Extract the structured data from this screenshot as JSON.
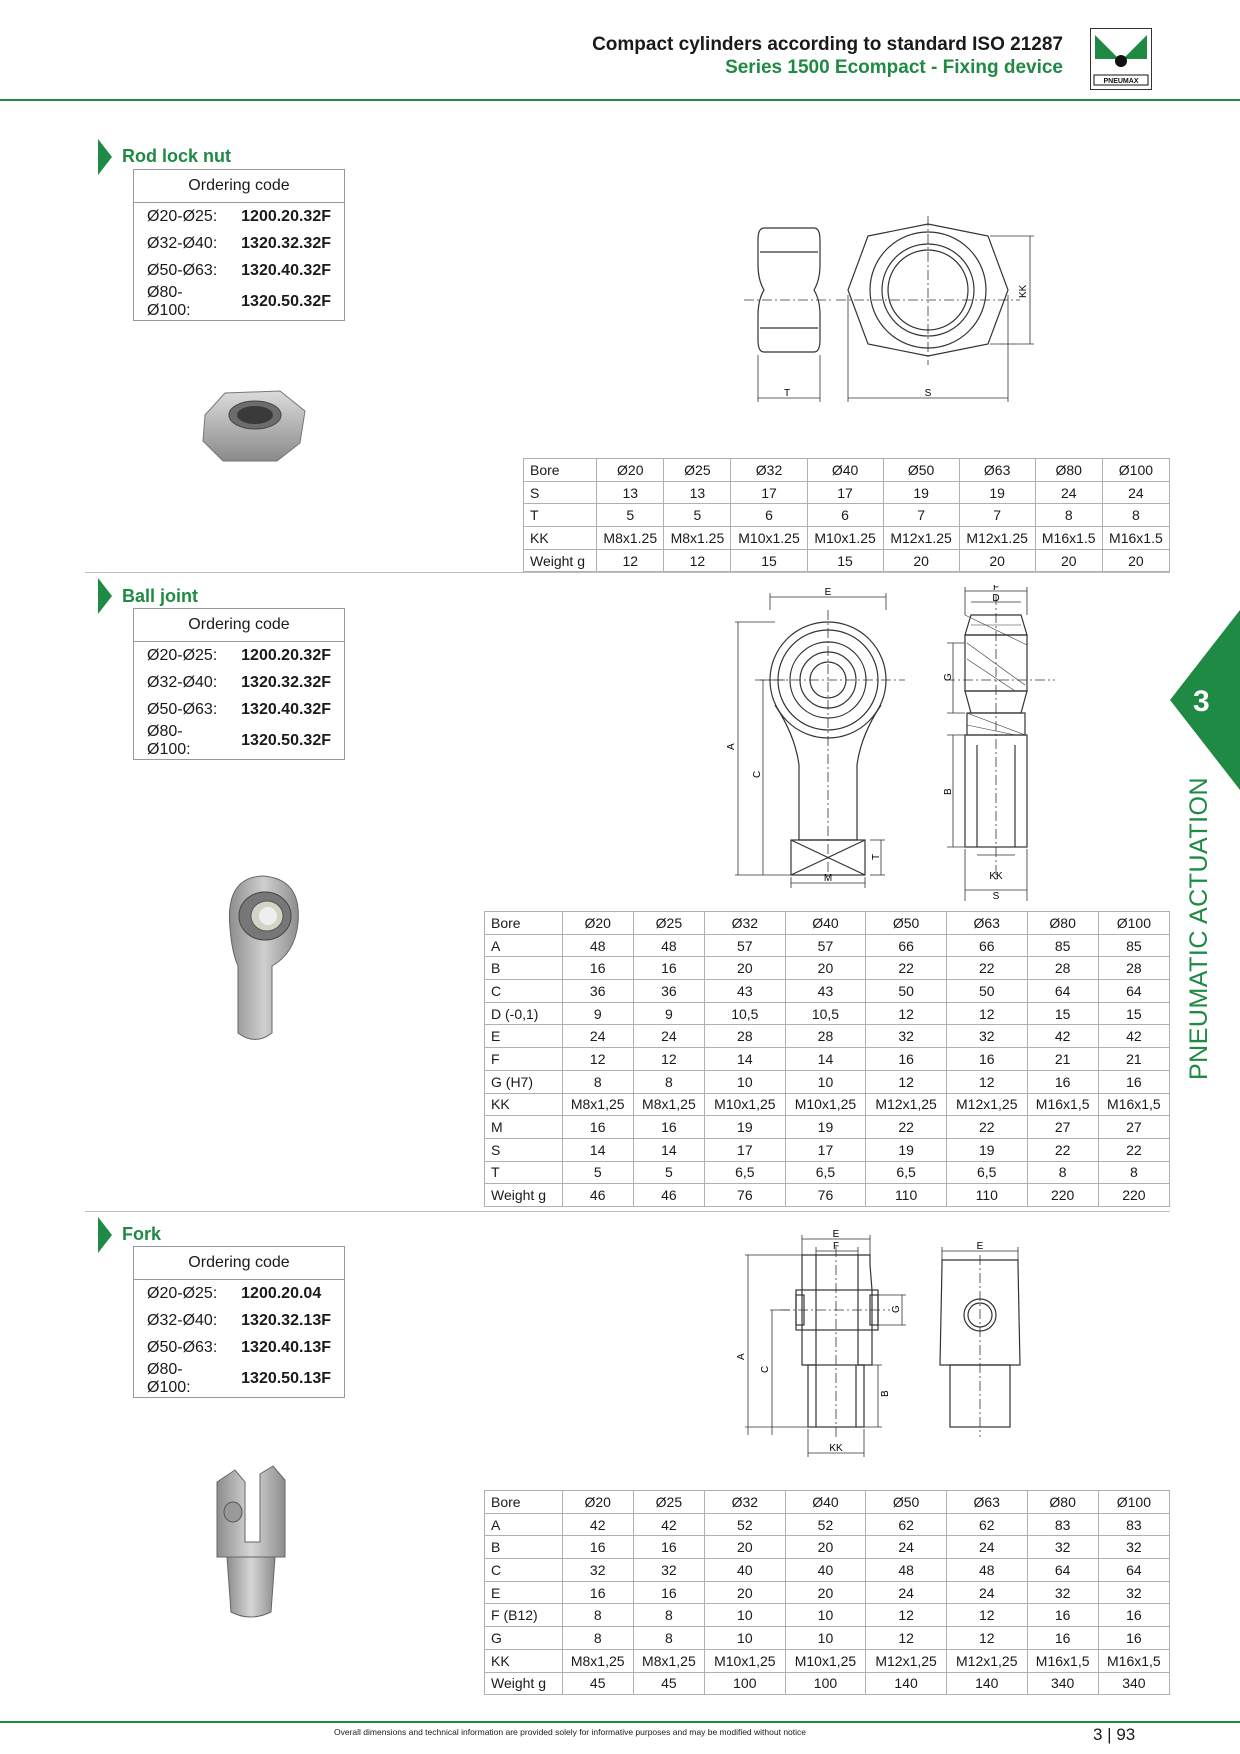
{
  "header": {
    "title": "Compact cylinders according to standard ISO 21287",
    "subtitle": "Series 1500 Ecompact - Fixing device",
    "logo_text": "PNEUMAX"
  },
  "side_tab": {
    "number": "3",
    "label": "PNEUMATIC ACTUATION"
  },
  "sections": {
    "rod_lock_nut": {
      "title": "Rod lock nut",
      "ordering_header": "Ordering code",
      "codes": [
        {
          "range": "Ø20-Ø25:",
          "code": "1200.20.32F"
        },
        {
          "range": "Ø32-Ø40:",
          "code": "1320.32.32F"
        },
        {
          "range": "Ø50-Ø63:",
          "code": "1320.40.32F"
        },
        {
          "range": "Ø80-Ø100:",
          "code": "1320.50.32F"
        }
      ],
      "drawing_labels": {
        "t": "T",
        "s": "S",
        "kk": "KK"
      },
      "table": [
        [
          "Bore",
          "Ø20",
          "Ø25",
          "Ø32",
          "Ø40",
          "Ø50",
          "Ø63",
          "Ø80",
          "Ø100"
        ],
        [
          "S",
          "13",
          "13",
          "17",
          "17",
          "19",
          "19",
          "24",
          "24"
        ],
        [
          "T",
          "5",
          "5",
          "6",
          "6",
          "7",
          "7",
          "8",
          "8"
        ],
        [
          "KK",
          "M8x1.25",
          "M8x1.25",
          "M10x1.25",
          "M10x1.25",
          "M12x1.25",
          "M12x1.25",
          "M16x1.5",
          "M16x1.5"
        ],
        [
          "Weight g",
          "12",
          "12",
          "15",
          "15",
          "20",
          "20",
          "20",
          "20"
        ]
      ]
    },
    "ball_joint": {
      "title": "Ball joint",
      "ordering_header": "Ordering code",
      "codes": [
        {
          "range": "Ø20-Ø25:",
          "code": "1200.20.32F"
        },
        {
          "range": "Ø32-Ø40:",
          "code": "1320.32.32F"
        },
        {
          "range": "Ø50-Ø63:",
          "code": "1320.40.32F"
        },
        {
          "range": "Ø80-Ø100:",
          "code": "1320.50.32F"
        }
      ],
      "drawing_labels": {
        "e": "E",
        "a": "A",
        "c": "C",
        "t": "T",
        "m": "M",
        "f": "F",
        "d": "D",
        "g": "G",
        "b": "B",
        "kk": "KK",
        "s": "S"
      },
      "table": [
        [
          "Bore",
          "Ø20",
          "Ø25",
          "Ø32",
          "Ø40",
          "Ø50",
          "Ø63",
          "Ø80",
          "Ø100"
        ],
        [
          "A",
          "48",
          "48",
          "57",
          "57",
          "66",
          "66",
          "85",
          "85"
        ],
        [
          "B",
          "16",
          "16",
          "20",
          "20",
          "22",
          "22",
          "28",
          "28"
        ],
        [
          "C",
          "36",
          "36",
          "43",
          "43",
          "50",
          "50",
          "64",
          "64"
        ],
        [
          "D (-0,1)",
          "9",
          "9",
          "10,5",
          "10,5",
          "12",
          "12",
          "15",
          "15"
        ],
        [
          "E",
          "24",
          "24",
          "28",
          "28",
          "32",
          "32",
          "42",
          "42"
        ],
        [
          "F",
          "12",
          "12",
          "14",
          "14",
          "16",
          "16",
          "21",
          "21"
        ],
        [
          "G (H7)",
          "8",
          "8",
          "10",
          "10",
          "12",
          "12",
          "16",
          "16"
        ],
        [
          "KK",
          "M8x1,25",
          "M8x1,25",
          "M10x1,25",
          "M10x1,25",
          "M12x1,25",
          "M12x1,25",
          "M16x1,5",
          "M16x1,5"
        ],
        [
          "M",
          "16",
          "16",
          "19",
          "19",
          "22",
          "22",
          "27",
          "27"
        ],
        [
          "S",
          "14",
          "14",
          "17",
          "17",
          "19",
          "19",
          "22",
          "22"
        ],
        [
          "T",
          "5",
          "5",
          "6,5",
          "6,5",
          "6,5",
          "6,5",
          "8",
          "8"
        ],
        [
          "Weight g",
          "46",
          "46",
          "76",
          "76",
          "110",
          "110",
          "220",
          "220"
        ]
      ]
    },
    "fork": {
      "title": "Fork",
      "ordering_header": "Ordering code",
      "codes": [
        {
          "range": "Ø20-Ø25:",
          "code": "1200.20.04"
        },
        {
          "range": "Ø32-Ø40:",
          "code": "1320.32.13F"
        },
        {
          "range": "Ø50-Ø63:",
          "code": "1320.40.13F"
        },
        {
          "range": "Ø80-Ø100:",
          "code": "1320.50.13F"
        }
      ],
      "drawing_labels": {
        "e": "E",
        "f": "F",
        "g": "G",
        "a": "A",
        "c": "C",
        "b": "B",
        "kk": "KK",
        "e2": "E"
      },
      "table": [
        [
          "Bore",
          "Ø20",
          "Ø25",
          "Ø32",
          "Ø40",
          "Ø50",
          "Ø63",
          "Ø80",
          "Ø100"
        ],
        [
          "A",
          "42",
          "42",
          "52",
          "52",
          "62",
          "62",
          "83",
          "83"
        ],
        [
          "B",
          "16",
          "16",
          "20",
          "20",
          "24",
          "24",
          "32",
          "32"
        ],
        [
          "C",
          "32",
          "32",
          "40",
          "40",
          "48",
          "48",
          "64",
          "64"
        ],
        [
          "E",
          "16",
          "16",
          "20",
          "20",
          "24",
          "24",
          "32",
          "32"
        ],
        [
          "F (B12)",
          "8",
          "8",
          "10",
          "10",
          "12",
          "12",
          "16",
          "16"
        ],
        [
          "G",
          "8",
          "8",
          "10",
          "10",
          "12",
          "12",
          "16",
          "16"
        ],
        [
          "KK",
          "M8x1,25",
          "M8x1,25",
          "M10x1,25",
          "M10x1,25",
          "M12x1,25",
          "M12x1,25",
          "M16x1,5",
          "M16x1,5"
        ],
        [
          "Weight g",
          "45",
          "45",
          "100",
          "100",
          "140",
          "140",
          "340",
          "340"
        ]
      ]
    }
  },
  "footer": {
    "note": "Overall dimensions and technical information are provided solely for informative purposes and may be modified without notice",
    "page": "3 | 93"
  }
}
